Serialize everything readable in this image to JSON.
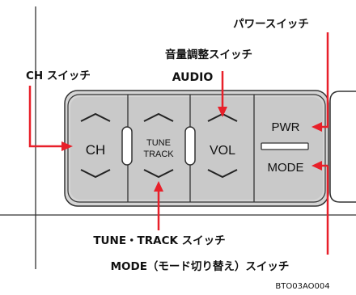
{
  "labels": {
    "power_switch": "パワースイッチ",
    "volume_switch": "音量調整スイッチ",
    "audio": "AUDIO",
    "ch_switch": "CH スイッチ",
    "tune_track_switch": "TUNE・TRACK スイッチ",
    "mode_switch": "MODE（モード切り替え）スイッチ",
    "figure_code": "BTO03AO004"
  },
  "panel": {
    "ch": "CH",
    "tune_line1": "TUNE",
    "tune_line2": "TRACK",
    "vol": "VOL",
    "pwr": "PWR",
    "mode": "MODE"
  },
  "colors": {
    "callout_red": "#e8202a",
    "panel_gray": "#c9c9c9",
    "line_dark": "#333333"
  }
}
